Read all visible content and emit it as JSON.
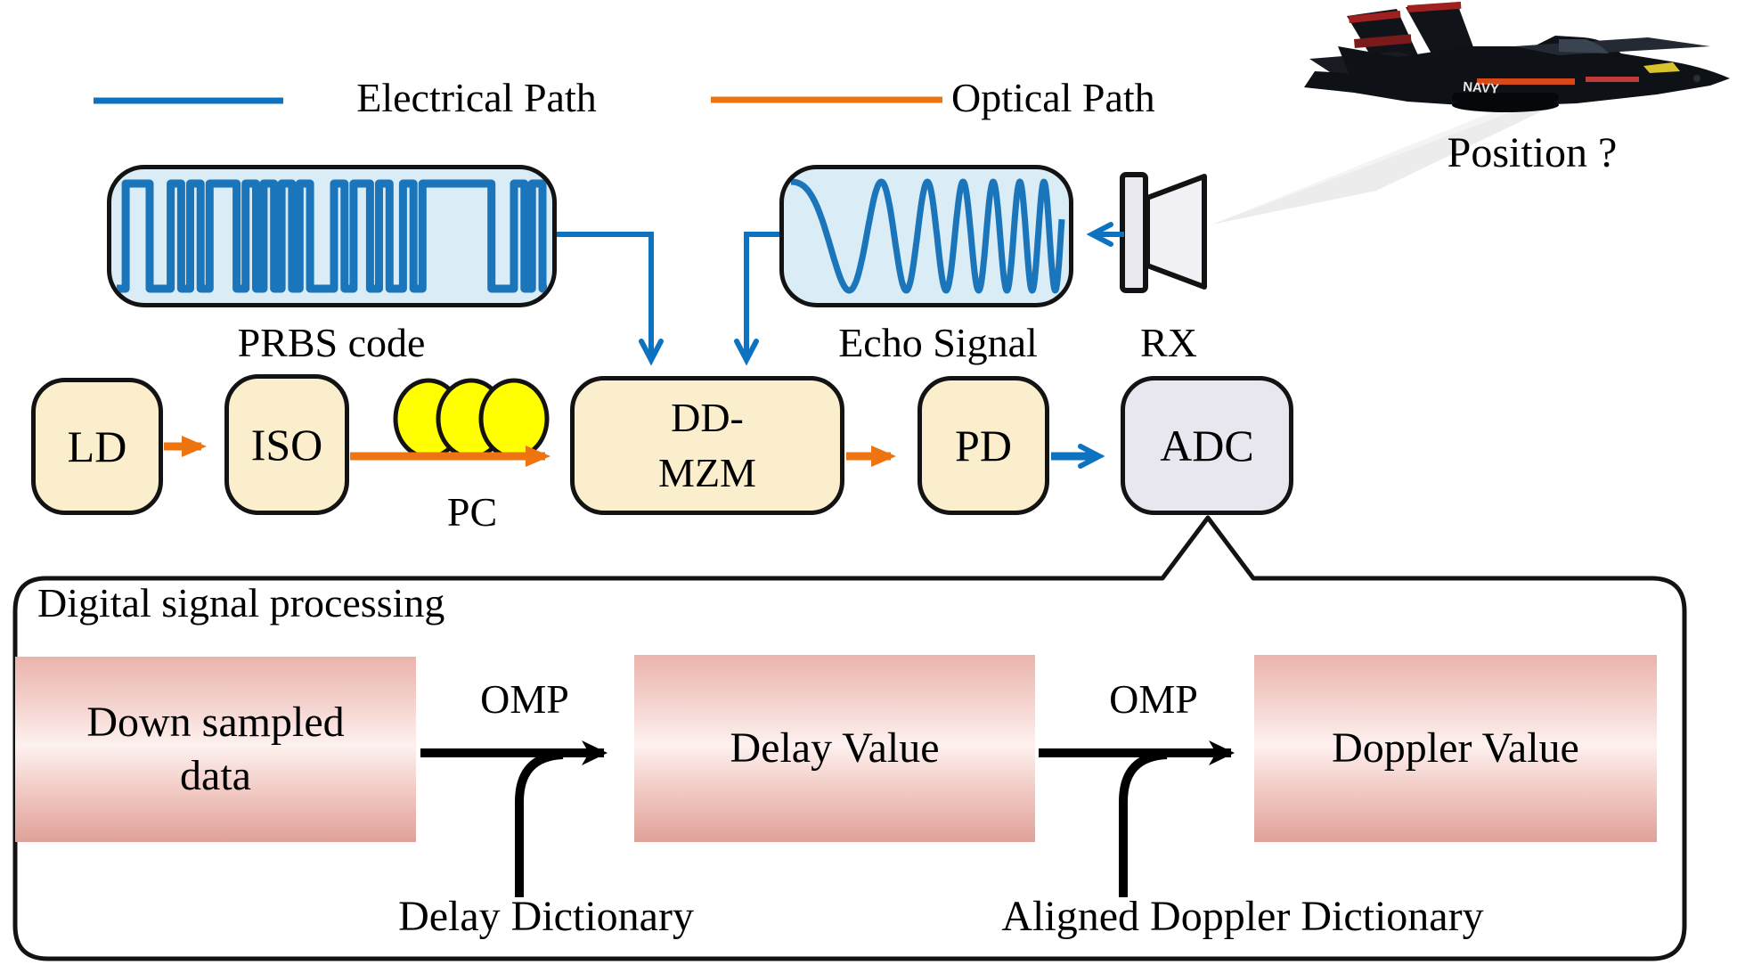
{
  "legend": {
    "electrical_label": "Electrical Path",
    "optical_label": "Optical Path",
    "electrical_color": "#0d72c0",
    "optical_color": "#ee7410"
  },
  "scene": {
    "position_label": "Position ?",
    "rx_label": "RX",
    "jet_marking": "NAVY"
  },
  "signal_boxes": {
    "prbs_label": "PRBS code",
    "echo_label": "Echo Signal"
  },
  "components": {
    "ld": "LD",
    "iso": "ISO",
    "pc": "PC",
    "ddmzm_line1": "DD-",
    "ddmzm_line2": "MZM",
    "pd": "PD",
    "adc": "ADC"
  },
  "dsp": {
    "title": "Digital signal processing",
    "down_sampled_line1": "Down sampled",
    "down_sampled_line2": "data",
    "omp1": "OMP",
    "omp2": "OMP",
    "delay_value": "Delay Value",
    "doppler_value": "Doppler Value",
    "delay_dictionary": "Delay Dictionary",
    "aligned_doppler_dictionary": "Aligned Doppler Dictionary"
  },
  "colors": {
    "wire_blue": "#0d72c0",
    "wire_orange": "#ee7410",
    "waveform_blue": "#1b75bb",
    "box_cream": "#fbeecd",
    "box_lavender": "#e8e6ee",
    "box_lightblue": "#daecf5",
    "pc_yellow": "#ffff00",
    "beam_gray": "#ececec",
    "border_black": "#131313"
  },
  "waveforms": {
    "prbs_runs": [
      [
        0,
        0.6
      ],
      [
        1,
        1.6
      ],
      [
        0,
        1.4
      ],
      [
        1,
        0.7
      ],
      [
        0,
        0.6
      ],
      [
        1,
        0.7
      ],
      [
        0,
        0.6
      ],
      [
        1,
        1.8
      ],
      [
        0,
        0.6
      ],
      [
        1,
        0.7
      ],
      [
        0,
        0.5
      ],
      [
        1,
        0.7
      ],
      [
        0,
        0.5
      ],
      [
        1,
        0.7
      ],
      [
        0,
        0.5
      ],
      [
        1,
        0.7
      ],
      [
        0,
        1.6
      ],
      [
        1,
        0.7
      ],
      [
        0,
        0.6
      ],
      [
        1,
        1.1
      ],
      [
        0,
        0.6
      ],
      [
        1,
        0.7
      ],
      [
        0,
        0.9
      ],
      [
        1,
        0.7
      ],
      [
        0,
        0.6
      ],
      [
        1,
        4.6
      ],
      [
        0,
        1.5
      ],
      [
        1,
        0.7
      ],
      [
        0,
        0.5
      ],
      [
        1,
        0.7
      ],
      [
        0,
        0.3
      ]
    ],
    "chirp": {
      "start_cycles": 1.1,
      "end_cycles": 12.5
    }
  }
}
